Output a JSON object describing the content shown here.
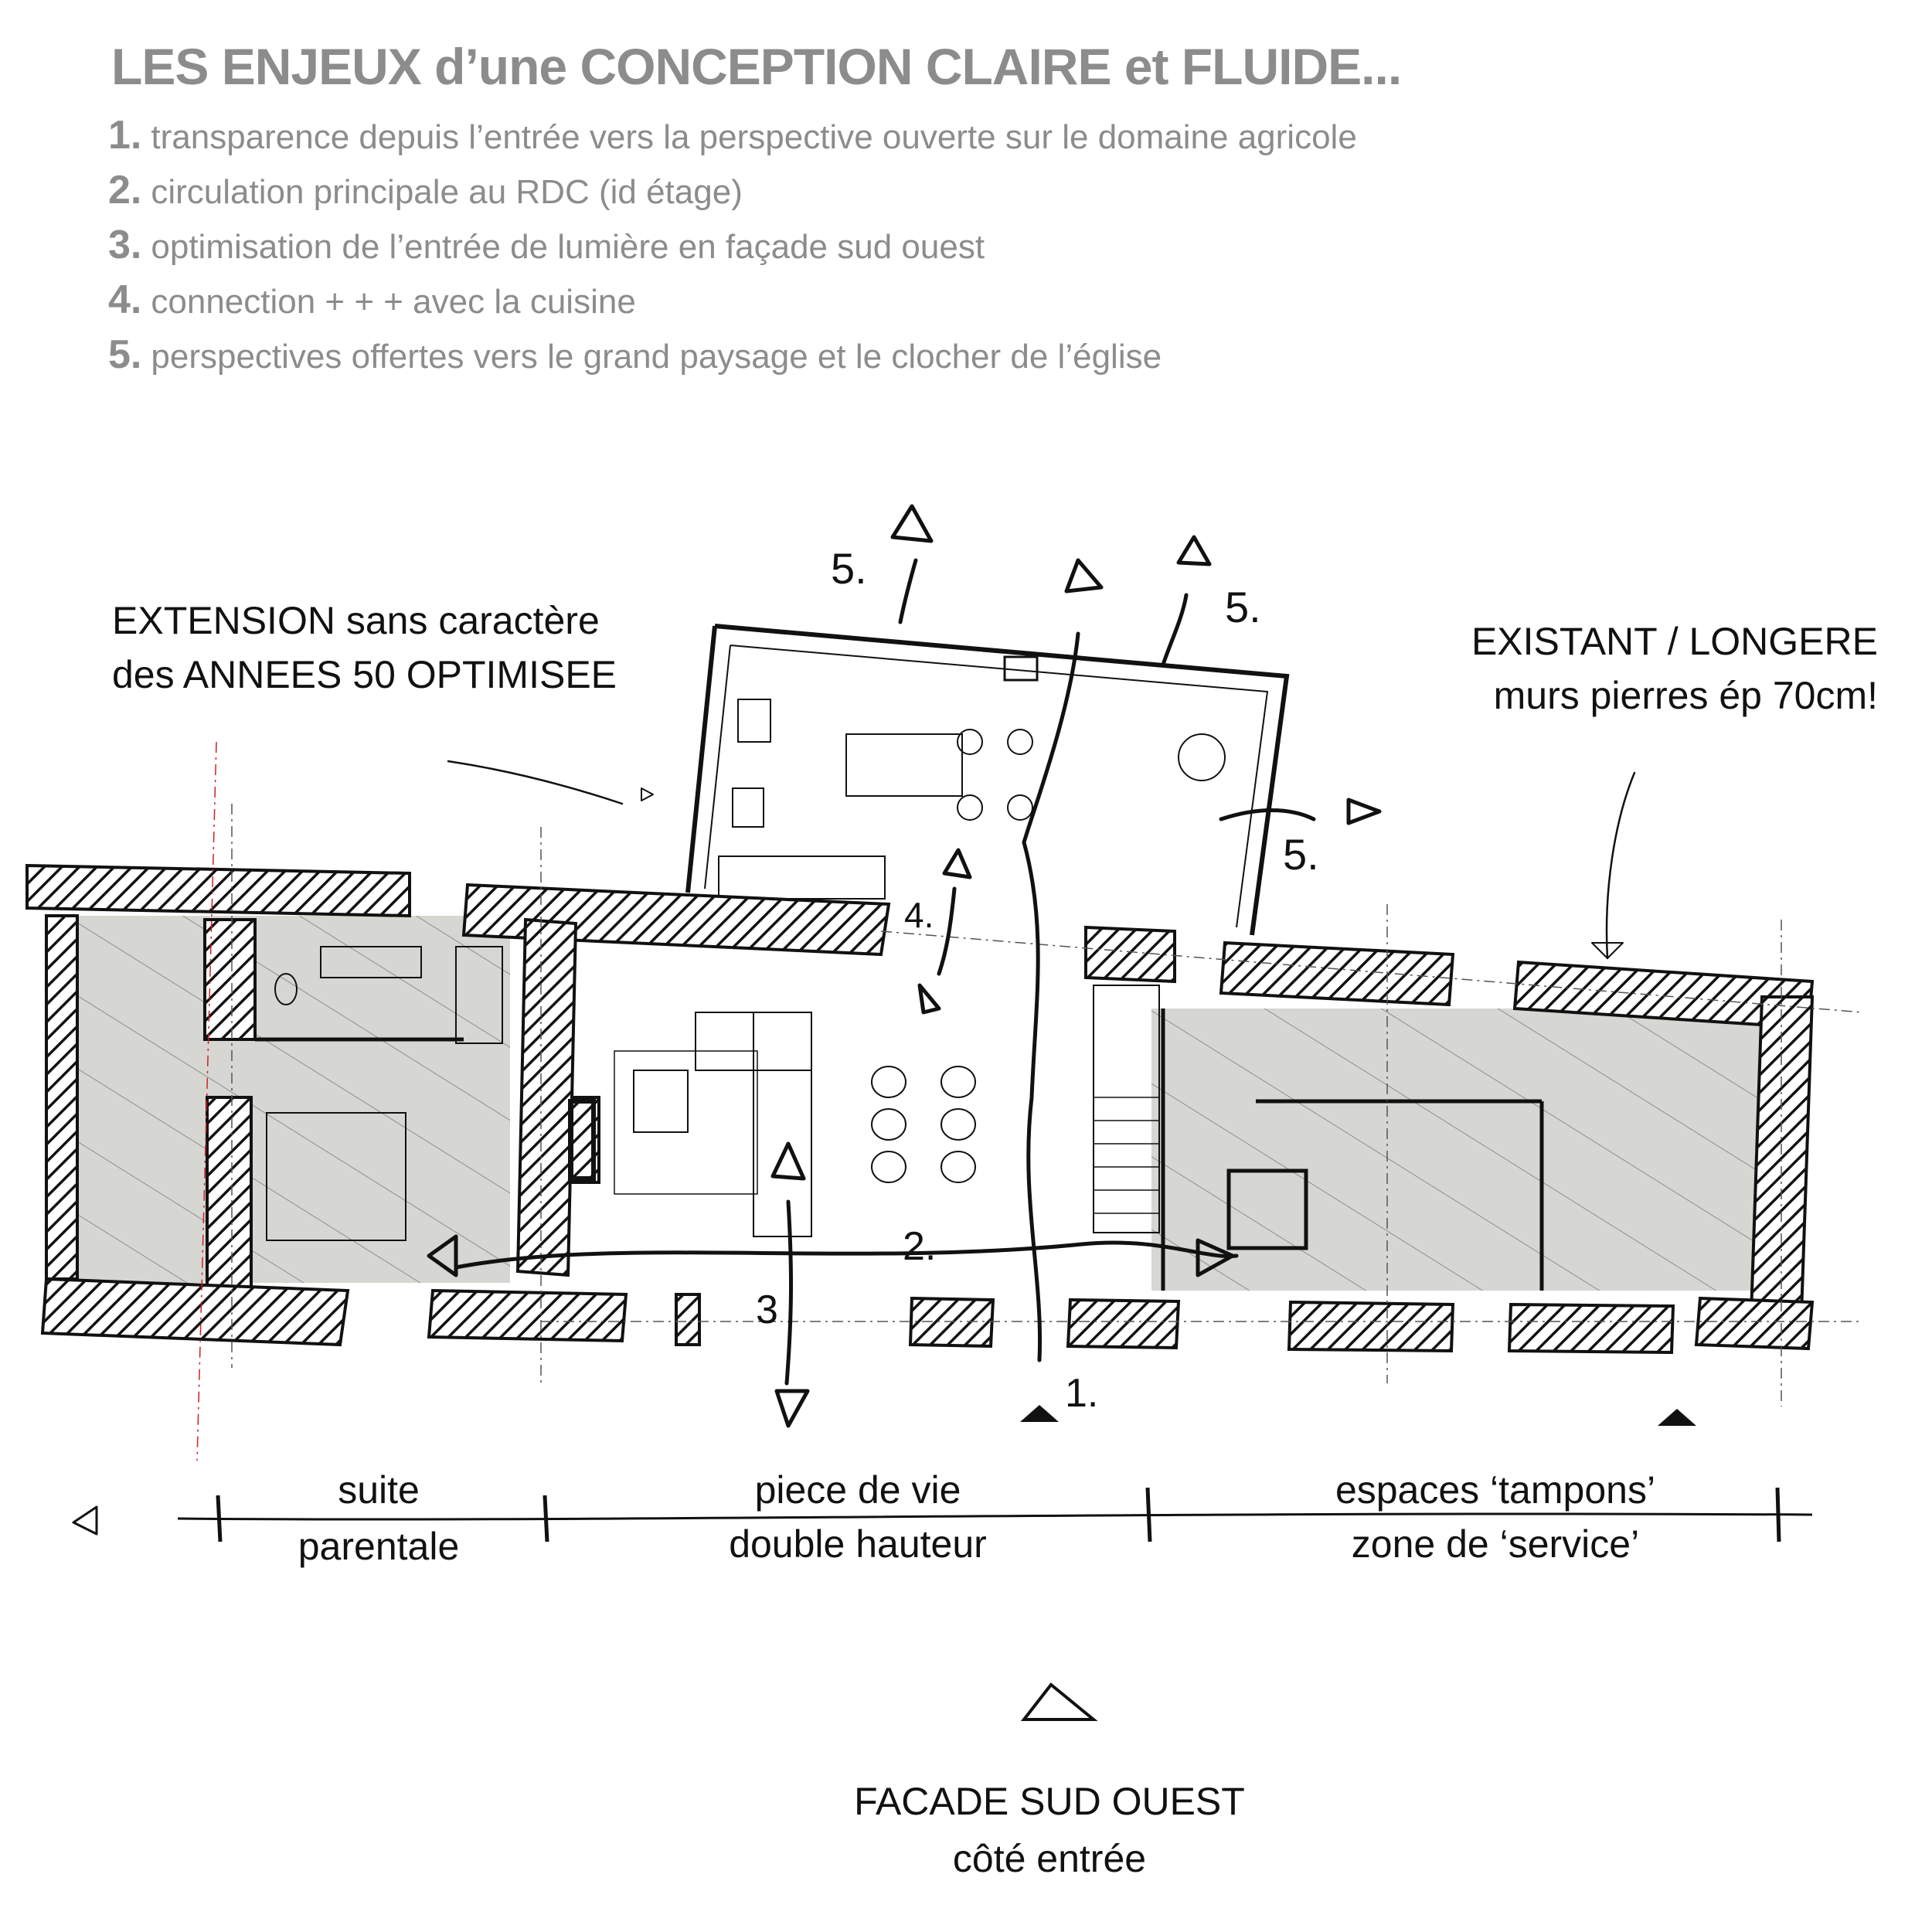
{
  "title": "LES ENJEUX d’une CONCEPTION CLAIRE et FLUIDE...",
  "points": [
    {
      "num": "1.",
      "text": "transparence depuis l’entrée vers la perspective ouverte sur le domaine agricole"
    },
    {
      "num": "2.",
      "text": "circulation principale au RDC (id étage)"
    },
    {
      "num": "3.",
      "text": "optimisation de l’entrée de lumière en façade sud ouest"
    },
    {
      "num": "4.",
      "text": "connection + + + avec la cuisine"
    },
    {
      "num": "5.",
      "text": "perspectives offertes vers le grand paysage et le clocher de l’église"
    }
  ],
  "annotations": {
    "extension_line1": "EXTENSION sans caractère",
    "extension_line2": "des ANNEES 50 OPTIMISEE",
    "existant_line1": "EXISTANT / LONGERE",
    "existant_line2": "murs pierres ép 70cm!"
  },
  "plan_markers": {
    "m1": "1.",
    "m2": "2.",
    "m3": "3",
    "m4": "4.",
    "m5a": "5.",
    "m5b": "5.",
    "m5c": "5."
  },
  "zones": [
    {
      "line1": "suite",
      "line2": "parentale"
    },
    {
      "line1": "piece de vie",
      "line2": "double hauteur"
    },
    {
      "line1": "espaces ‘tampons’",
      "line2": "zone de ‘service’"
    }
  ],
  "facade": {
    "line1": "FACADE SUD OUEST",
    "line2": "côté entrée"
  },
  "colors": {
    "title_gray": "#8c8c8c",
    "ink": "#111111",
    "room_fill": "#d6d6d2",
    "axis_red": "#cc2222"
  }
}
